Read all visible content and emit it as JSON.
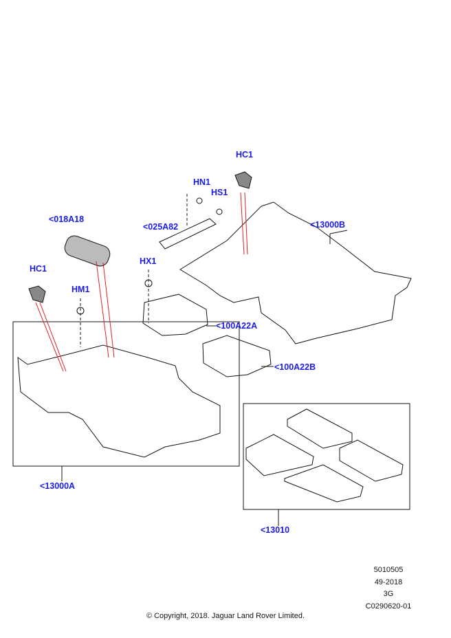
{
  "callouts": {
    "hc1_top": "HC1",
    "hn1": "HN1",
    "hs1": "HS1",
    "a018a18": "<018A18",
    "a025a82": "<025A82",
    "b13000b": "<13000B",
    "hx1": "HX1",
    "hc1_left": "HC1",
    "hm1": "HM1",
    "a100a22a": "<100A22A",
    "a100a22b": "<100A22B",
    "a13000a": "<13000A",
    "a13010": "<13010"
  },
  "footer": {
    "line1": "5010505",
    "line2": "49-2018",
    "line3": "3G",
    "line4": "C0290620-01",
    "copyright": "© Copyright, 2018. Jaguar Land Rover Limited."
  },
  "colors": {
    "callout": "#1a1aee",
    "leader_red": "#e02020",
    "line": "#111111"
  }
}
